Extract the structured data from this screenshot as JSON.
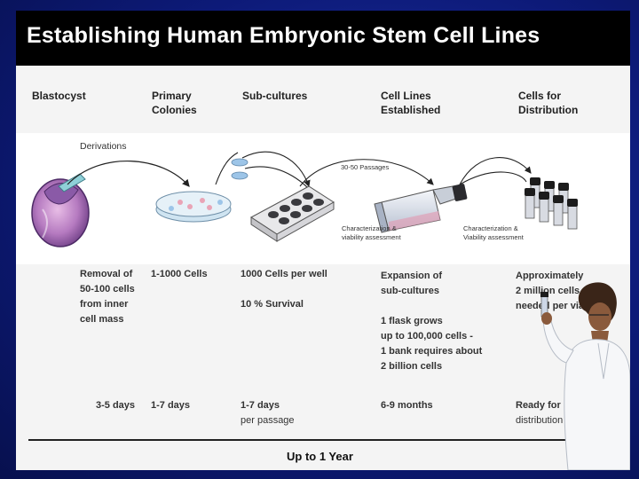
{
  "title": "Establishing Human Embryonic Stem Cell Lines",
  "headers": {
    "blastocyst": "Blastocyst",
    "primary_1": "Primary",
    "primary_2": "Colonies",
    "subcultures": "Sub-cultures",
    "lines_1": "Cell Lines",
    "lines_2": "Established",
    "dist_1": "Cells for",
    "dist_2": "Distribution"
  },
  "diagram_labels": {
    "derivations": "Derivations",
    "passages": "30-50 Passages",
    "char_1a": "Characterization &",
    "char_1b": "viability assessment",
    "char_2a": "Characterization &",
    "char_2b": "Viability assessment"
  },
  "details": {
    "col1": [
      "Removal of",
      "50-100 cells",
      "from inner",
      "cell mass"
    ],
    "col2": [
      "1-1000 Cells"
    ],
    "col3a": [
      "1000 Cells per well"
    ],
    "col3b": [
      "10 % Survival"
    ],
    "col4a": [
      "Expansion of",
      "sub-cultures"
    ],
    "col4b": [
      "1 flask grows",
      "up to 100,000 cells -",
      "1 bank requires about",
      "2 billion cells"
    ],
    "col5": [
      "Approximately",
      "2 million cells",
      "needed per vial"
    ]
  },
  "durations": {
    "d1": "3-5 days",
    "d2": "1-7 days",
    "d3a": "1-7 days",
    "d3b": "per passage",
    "d4": "6-9 months",
    "d5a": "Ready for",
    "d5b": "distribution"
  },
  "timeline": "Up to 1 Year",
  "colors": {
    "background": "#0d1a78",
    "title_bar": "#000000",
    "band": "#f4f4f4",
    "plate": "#bcd8ea",
    "vial_cap": "#1c1c1c"
  }
}
